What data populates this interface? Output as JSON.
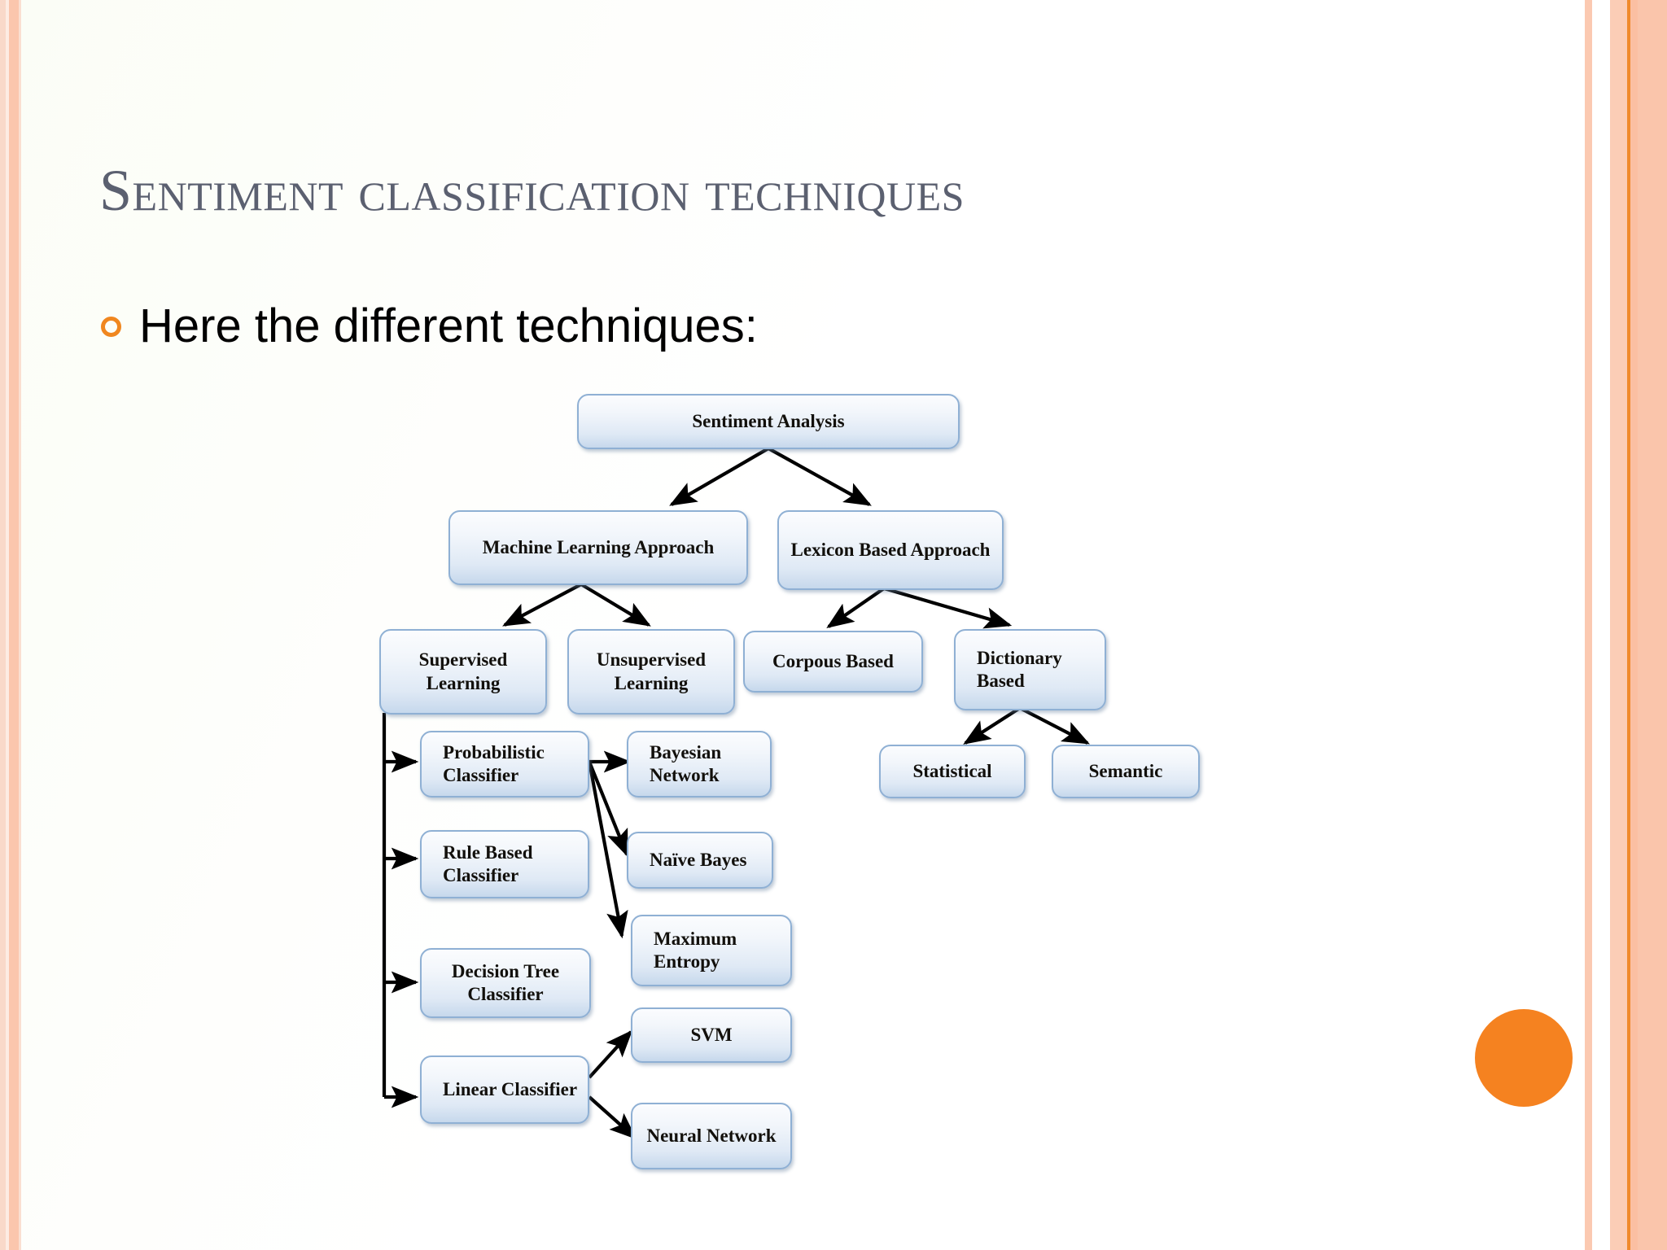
{
  "slide": {
    "title": "Sentiment classification techniques",
    "bullet": {
      "marker": "hollow-circle-bullet",
      "text": "Here the different techniques:"
    },
    "accent_color": "#f58220",
    "title_color": "#5b6070",
    "node_border_color": "#8fb0d4"
  },
  "diagram": {
    "type": "tree",
    "nodes": {
      "sentiment_analysis": "Sentiment Analysis",
      "machine_learning_approach": "Machine Learning Approach",
      "lexicon_based_approach": "Lexicon Based Approach",
      "supervised_learning": "Supervised Learning",
      "unsupervised_learning": "Unsupervised Learning",
      "corpous_based": "Corpous  Based",
      "dictionary_based": "Dictionary Based",
      "statistical": "Statistical",
      "semantic": "Semantic",
      "probabilistic_classifier": "Probabilistic Classifier",
      "rule_based_classifier": "Rule Based Classifier",
      "decision_tree_classifier": "Decision Tree Classifier",
      "linear_classifier": "Linear Classifier",
      "bayesian_network": "Bayesian Network",
      "naive_bayes": "Naïve Bayes",
      "maximum_entropy": "Maximum Entropy",
      "svm": "SVM",
      "neural_network": "Neural Network"
    },
    "edges": [
      [
        "sentiment_analysis",
        "machine_learning_approach"
      ],
      [
        "sentiment_analysis",
        "lexicon_based_approach"
      ],
      [
        "machine_learning_approach",
        "supervised_learning"
      ],
      [
        "machine_learning_approach",
        "unsupervised_learning"
      ],
      [
        "lexicon_based_approach",
        "corpous_based"
      ],
      [
        "lexicon_based_approach",
        "dictionary_based"
      ],
      [
        "dictionary_based",
        "statistical"
      ],
      [
        "dictionary_based",
        "semantic"
      ],
      [
        "supervised_learning",
        "probabilistic_classifier"
      ],
      [
        "supervised_learning",
        "rule_based_classifier"
      ],
      [
        "supervised_learning",
        "decision_tree_classifier"
      ],
      [
        "supervised_learning",
        "linear_classifier"
      ],
      [
        "probabilistic_classifier",
        "bayesian_network"
      ],
      [
        "probabilistic_classifier",
        "naive_bayes"
      ],
      [
        "probabilistic_classifier",
        "maximum_entropy"
      ],
      [
        "linear_classifier",
        "svm"
      ],
      [
        "linear_classifier",
        "neural_network"
      ]
    ]
  }
}
